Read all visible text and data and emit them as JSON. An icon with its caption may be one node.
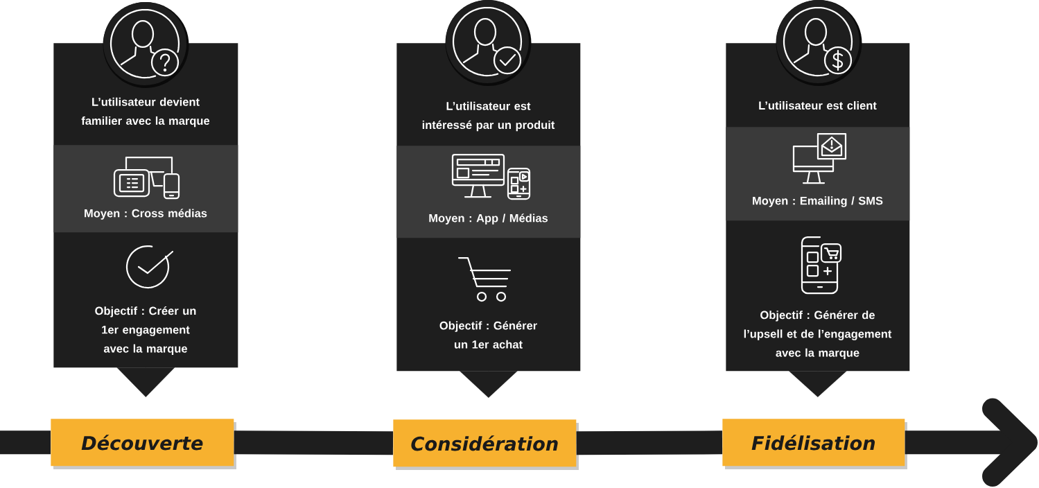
{
  "diagram": {
    "nodes": [
      {
        "text": [
          "L’utilisateur devient familier avec la marque",
          "Objectif : Créer un 1er engagement avec la marque"
        ]
      },
      {
        "text": [
          "Moyen : Cross médias"
        ],
        "in": 0
      },
      {
        "text": [
          "Découverte"
        ]
      },
      {
        "text": [
          "L’utilisateur est intéressé par un produit",
          "Objectif : Générer un 1er achat"
        ]
      },
      {
        "text": [
          "Moyen : App / Médias"
        ],
        "in": 3
      },
      {
        "text": [
          "Considération"
        ]
      },
      {
        "text": [
          "L’utilisateur est client",
          "Objectif : Générer de l’upsell et de l’engagement avec la marque"
        ]
      },
      {
        "text": [
          "Moyen : Emailing / SMS"
        ],
        "in": 6
      },
      {
        "text": [
          "Fidélisation"
        ]
      }
    ],
    "edges": [
      {
        "from": 0,
        "to": 2,
        "arrow": "to"
      },
      {
        "from": 3,
        "to": 5,
        "arrow": "to"
      },
      {
        "from": 6,
        "to": 8,
        "arrow": "to"
      },
      {
        "from": null,
        "to": 2,
        "arrow": "none"
      },
      {
        "from": 2,
        "to": 5,
        "arrow": "none"
      },
      {
        "from": 5,
        "to": 8,
        "arrow": "none"
      },
      {
        "from": 8,
        "to": null,
        "arrow": "to"
      }
    ]
  }
}
